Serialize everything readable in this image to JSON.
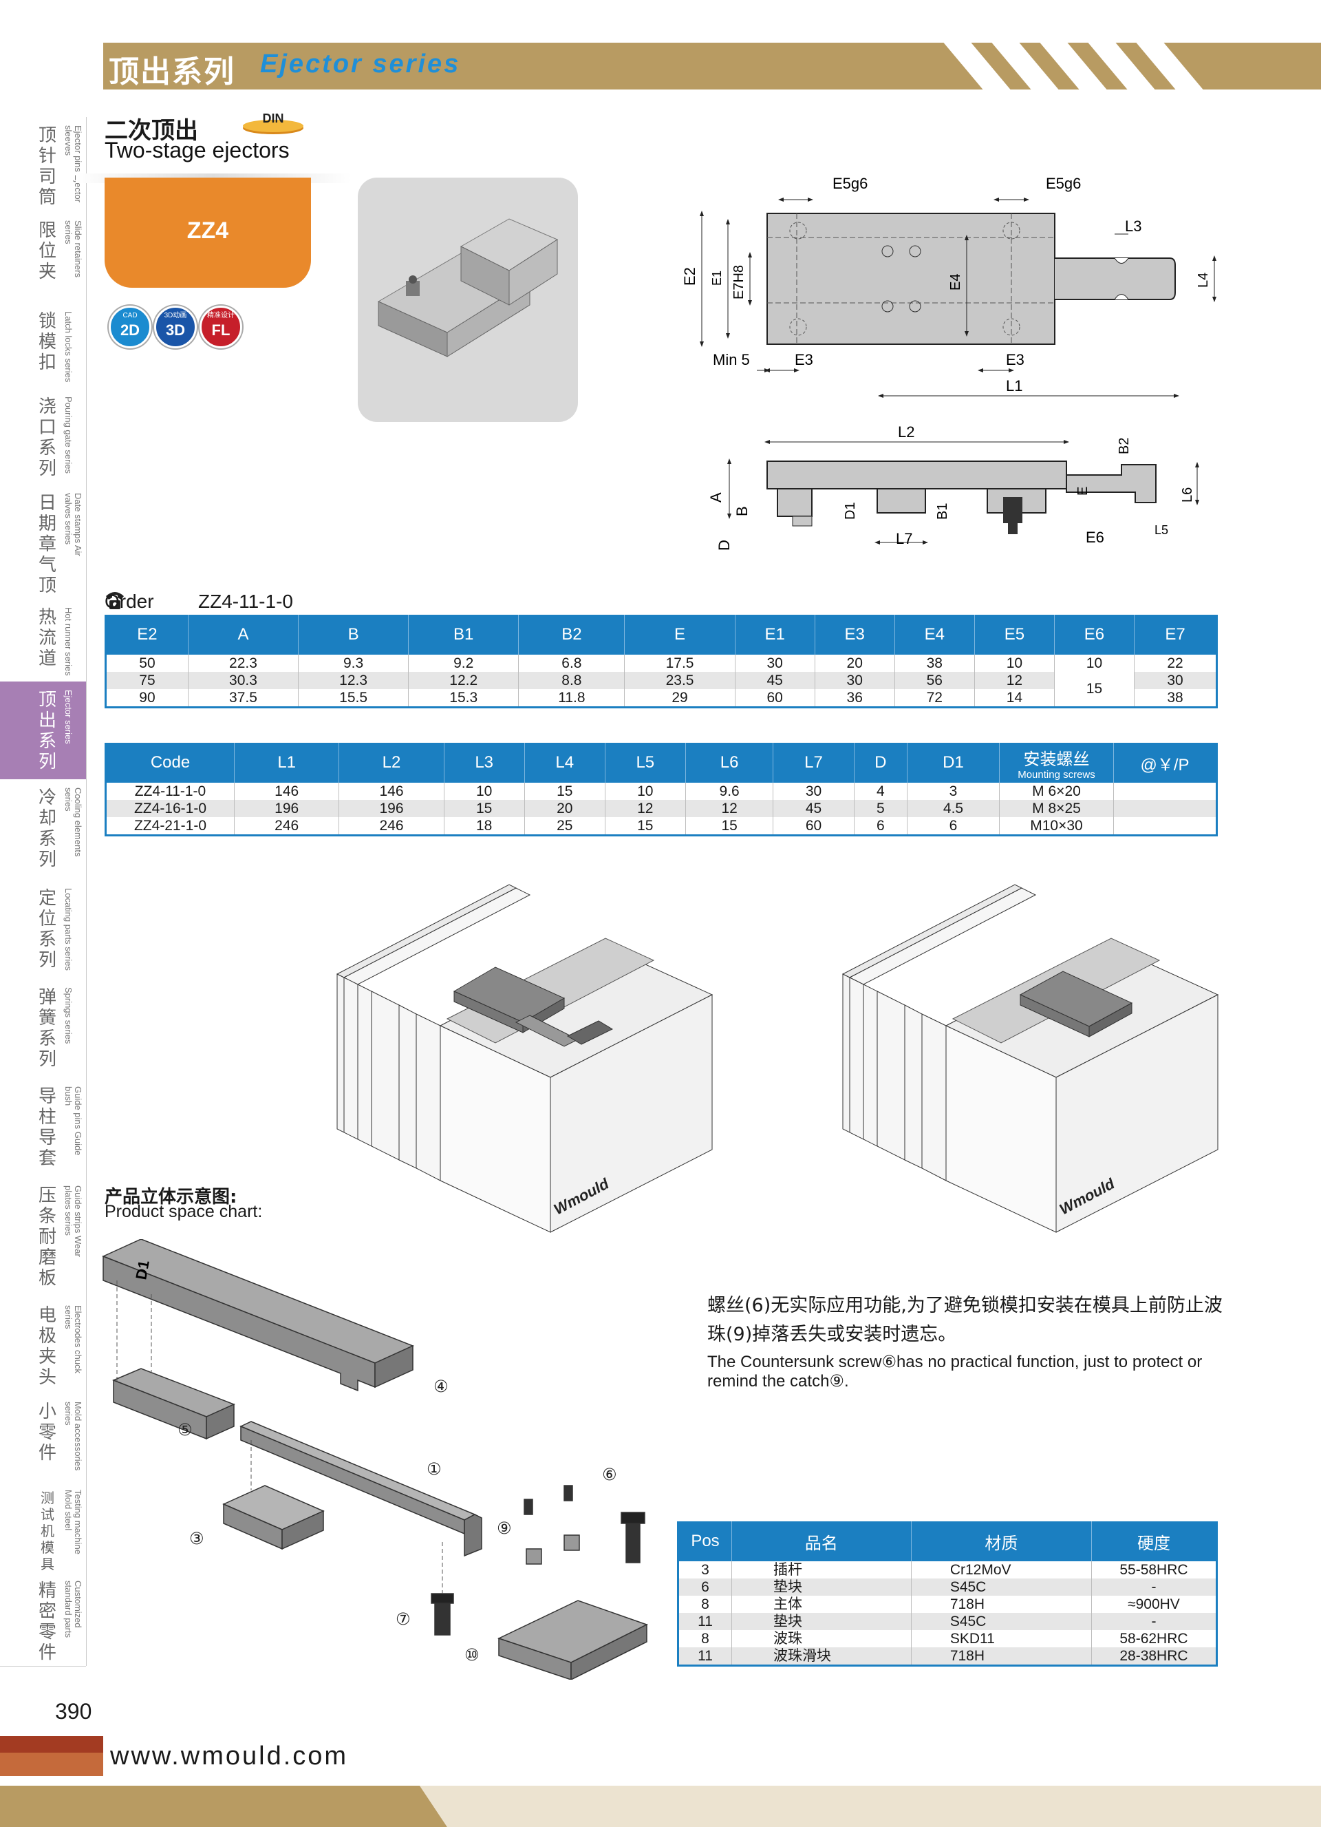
{
  "header": {
    "title_cn": "顶出系列",
    "title_en": "Ejector series"
  },
  "sidebar": {
    "items": [
      {
        "cn": "顶针司筒",
        "en": "Ejector pins Ejector sleeves",
        "active": false
      },
      {
        "cn": "限位夹",
        "en": "Slide retainers series",
        "active": false
      },
      {
        "cn": "锁模扣",
        "en": "Latch locks series",
        "active": false
      },
      {
        "cn": "浇口系列",
        "en": "Pouring gate series",
        "active": false
      },
      {
        "cn": "日期章气顶",
        "en": "Date stamps Air valves series",
        "active": false
      },
      {
        "cn": "热流道",
        "en": "Hot runner series",
        "active": false
      },
      {
        "cn": "顶出系列",
        "en": "Ejector series",
        "active": true
      },
      {
        "cn": "冷却系列",
        "en": "Cooling elements series",
        "active": false
      },
      {
        "cn": "定位系列",
        "en": "Locating parts series",
        "active": false
      },
      {
        "cn": "弹簧系列",
        "en": "Springs series",
        "active": false
      },
      {
        "cn": "导柱导套",
        "en": "Guide pins Guide bush",
        "active": false
      },
      {
        "cn": "压条耐磨板",
        "en": "Guide strips Wear plates series",
        "active": false
      },
      {
        "cn": "电极夹头",
        "en": "Electrodes chuck series",
        "active": false
      },
      {
        "cn": "小零件",
        "en": "Mold accessories series",
        "active": false
      },
      {
        "cn": "测试机模具钢",
        "en": "Testing machine Mold steel",
        "active": false
      },
      {
        "cn": "精密零件",
        "en": "Customized standard parts",
        "active": false
      }
    ]
  },
  "product": {
    "title_cn": "二次顶出",
    "badge": "DIN",
    "title_en": "Two-stage ejectors",
    "code": "ZZ4",
    "formats": [
      {
        "small": "CAD",
        "label": "2D",
        "color": "#1b8bd0"
      },
      {
        "small": "3D动画",
        "label": "3D",
        "color": "#1a55a8"
      },
      {
        "small": "精准设计",
        "label": "FL",
        "color": "#c61f2a"
      }
    ]
  },
  "drawing": {
    "labels": {
      "E5g6": "E5g6",
      "L3": "L3",
      "E2": "E2",
      "E1": "E1",
      "E7H8": "E7H8",
      "E4": "E4",
      "L4": "L4",
      "Min5": "Min 5",
      "E3": "E3",
      "L1": "L1",
      "L2": "L2",
      "B2": "B2",
      "A": "A",
      "B": "B",
      "D": "D",
      "D1": "D1",
      "B1": "B1",
      "L7": "L7",
      "E": "E",
      "E6": "E6",
      "L5": "L5",
      "L6": "L6"
    }
  },
  "order": {
    "label": "Order",
    "code": "ZZ4-11-1-0"
  },
  "table1": {
    "headers": [
      "E2",
      "A",
      "B",
      "B1",
      "B2",
      "E",
      "E1",
      "E3",
      "E4",
      "E5",
      "E6",
      "E7"
    ],
    "rows": [
      [
        "50",
        "22.3",
        "9.3",
        "9.2",
        "6.8",
        "17.5",
        "30",
        "20",
        "38",
        "10",
        "10",
        "22"
      ],
      [
        "75",
        "30.3",
        "12.3",
        "12.2",
        "8.8",
        "23.5",
        "45",
        "30",
        "56",
        "12",
        "15",
        "30"
      ],
      [
        "90",
        "37.5",
        "15.5",
        "15.3",
        "11.8",
        "29",
        "60",
        "36",
        "72",
        "14",
        "",
        "38"
      ]
    ]
  },
  "table2": {
    "headers": [
      "Code",
      "L1",
      "L2",
      "L3",
      "L4",
      "L5",
      "L6",
      "L7",
      "D",
      "D1",
      "安装螺丝",
      "@￥/P"
    ],
    "mounting_sub": "Mounting screws",
    "rows": [
      [
        "ZZ4-11-1-0",
        "146",
        "146",
        "10",
        "15",
        "10",
        "9.6",
        "30",
        "4",
        "3",
        "M  6×20",
        ""
      ],
      [
        "ZZ4-16-1-0",
        "196",
        "196",
        "15",
        "20",
        "12",
        "12",
        "45",
        "5",
        "4.5",
        "M  8×25",
        ""
      ],
      [
        "ZZ4-21-1-0",
        "246",
        "246",
        "18",
        "25",
        "15",
        "15",
        "60",
        "6",
        "6",
        "M10×30",
        ""
      ]
    ]
  },
  "mold_images": {
    "brand": "Wmould"
  },
  "space_chart": {
    "title_cn": "产品立体示意图:",
    "title_en": "Product space chart:",
    "callouts": [
      "①",
      "③",
      "④",
      "⑤",
      "⑥",
      "⑦",
      "⑨",
      "⑩"
    ],
    "d1_label": "D1"
  },
  "notes": {
    "cn": "螺丝(6)无实际应用功能,为了避免锁模扣安装在模具上前防止波珠(9)掉落丢失或安装时遗忘。",
    "en": "The Countersunk screw⑥has no practical function, just to protect or remind the catch⑨."
  },
  "materials": {
    "headers": [
      "Pos",
      "品名",
      "材质",
      "硬度"
    ],
    "rows": [
      [
        "3",
        "插杆",
        "Cr12MoV",
        "55-58HRC"
      ],
      [
        "6",
        "垫块",
        "S45C",
        "-"
      ],
      [
        "8",
        "主体",
        "718H",
        "≈900HV"
      ],
      [
        "11",
        "垫块",
        "S45C",
        "-"
      ],
      [
        "8",
        "波珠",
        "SKD11",
        "58-62HRC"
      ],
      [
        "11",
        "波珠滑块",
        "718H",
        "28-38HRC"
      ]
    ]
  },
  "footer": {
    "page": "390",
    "url": "www.wmould.com"
  },
  "colors": {
    "header_band": "#b89b62",
    "table_blue": "#1b7fc1",
    "accent_orange": "#e9892b",
    "sidebar_active": "#a77fb4"
  }
}
